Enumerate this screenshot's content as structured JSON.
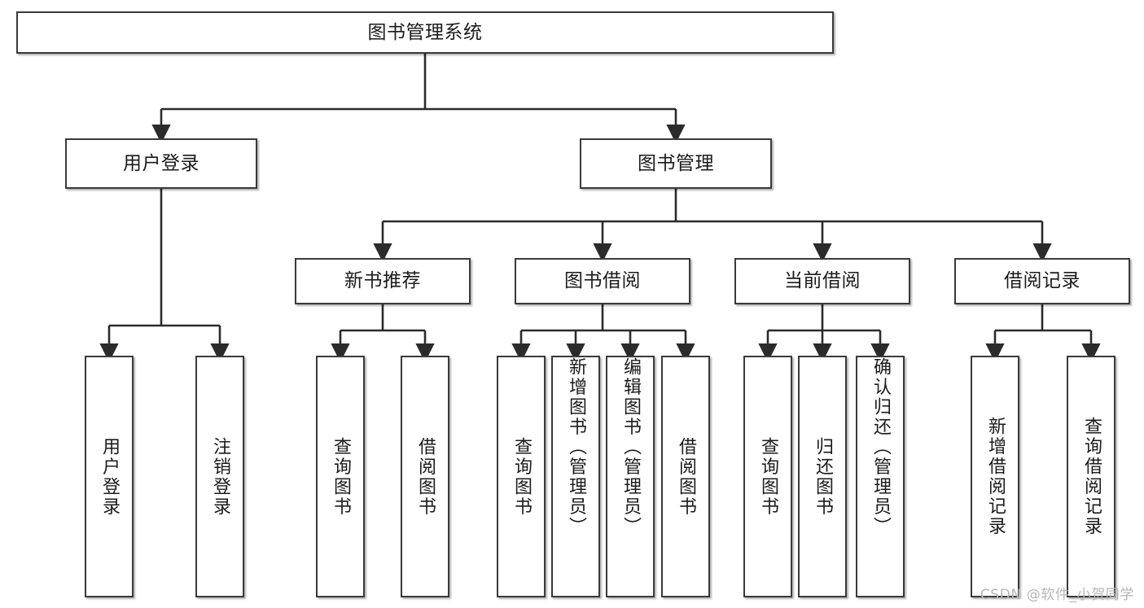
{
  "diagram": {
    "title": "图书管理系统",
    "type": "hierarchy-tree",
    "levels": 4,
    "root": {
      "label": "图书管理系统"
    },
    "level2": [
      {
        "label": "用户登录"
      },
      {
        "label": "图书管理"
      }
    ],
    "level3": [
      {
        "label": "新书推荐"
      },
      {
        "label": "图书借阅"
      },
      {
        "label": "当前借阅"
      },
      {
        "label": "借阅记录"
      }
    ],
    "leaves_user_login": [
      {
        "label": "用户登录"
      },
      {
        "label": "注销登录"
      }
    ],
    "leaves_new_book": [
      {
        "label": "查询图书"
      },
      {
        "label": "借阅图书"
      }
    ],
    "leaves_borrow": [
      {
        "label": "查询图书"
      },
      {
        "label": "新增图书（管理员）"
      },
      {
        "label": "编辑图书（管理员）"
      },
      {
        "label": "借阅图书"
      }
    ],
    "leaves_current": [
      {
        "label": "查询图书"
      },
      {
        "label": "归还图书"
      },
      {
        "label": "确认归还（管理员）"
      }
    ],
    "leaves_record": [
      {
        "label": "新增借阅记录"
      },
      {
        "label": "查询借阅记录"
      }
    ]
  },
  "watermark": "CSDN @软件_小贺同学",
  "colors": {
    "box_border": "#3a3a3a",
    "box_fill": "#ffffff",
    "line": "#2b2b2b",
    "text": "#1b1b1b",
    "watermark": "#b6b6b6"
  }
}
